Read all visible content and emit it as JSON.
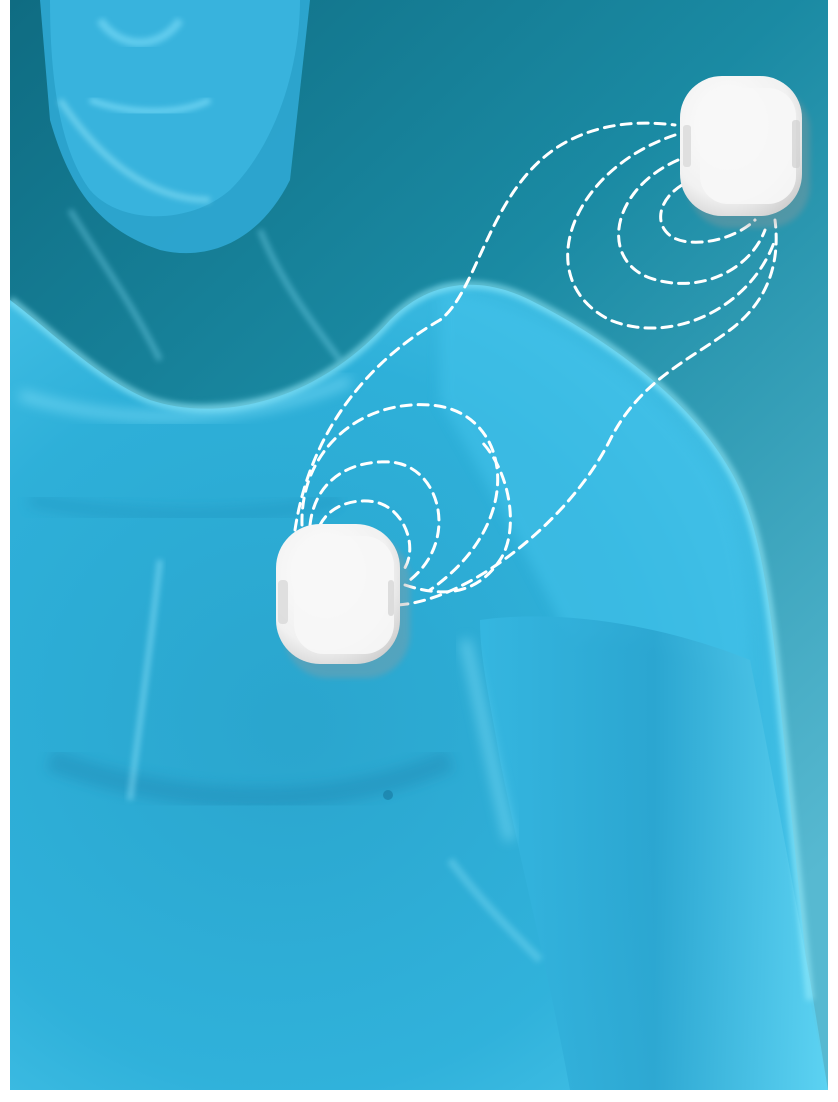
{
  "scene": {
    "subject": "translucent-human-torso",
    "devices": [
      {
        "id": "device-chest"
      },
      {
        "id": "device-shoulder"
      }
    ],
    "colors": {
      "background_top": "#0f6f84",
      "background_bottom": "#4fb6cf",
      "body_glow": "#4fd0f2",
      "body_edge": "#9ff1ff",
      "device_body": "#f4f4f4",
      "device_shadow": "#bdbdbd",
      "signal_line": "#ffffff"
    }
  }
}
